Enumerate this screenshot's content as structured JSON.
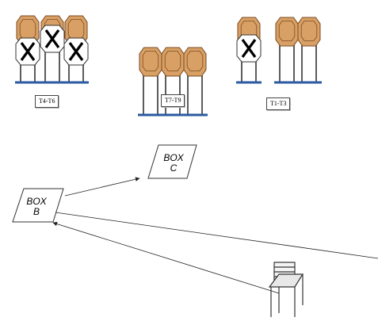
{
  "diagram": {
    "groups": [
      {
        "label": "T4-T6",
        "targets": [
          {
            "no_shoot": true
          },
          {
            "no_shoot": true
          },
          {
            "no_shoot": true
          }
        ]
      },
      {
        "label": "T7-T9",
        "targets": [
          {
            "no_shoot": false
          },
          {
            "no_shoot": false
          },
          {
            "no_shoot": false
          }
        ]
      },
      {
        "label": "T1-T3",
        "targets": [
          {
            "no_shoot": true
          },
          {
            "no_shoot": false
          },
          {
            "no_shoot": false
          }
        ]
      }
    ],
    "boxes": [
      {
        "id": "box-c",
        "line1": "BOX",
        "line2": "C"
      },
      {
        "id": "box-b",
        "line1": "BOX",
        "line2": "B"
      }
    ],
    "colors": {
      "target_fill": "#d9a066",
      "target_stroke": "#7a4a1e",
      "post": "#333333",
      "base": "#2a5aa0",
      "no_shoot_fill": "#ffffff"
    }
  }
}
